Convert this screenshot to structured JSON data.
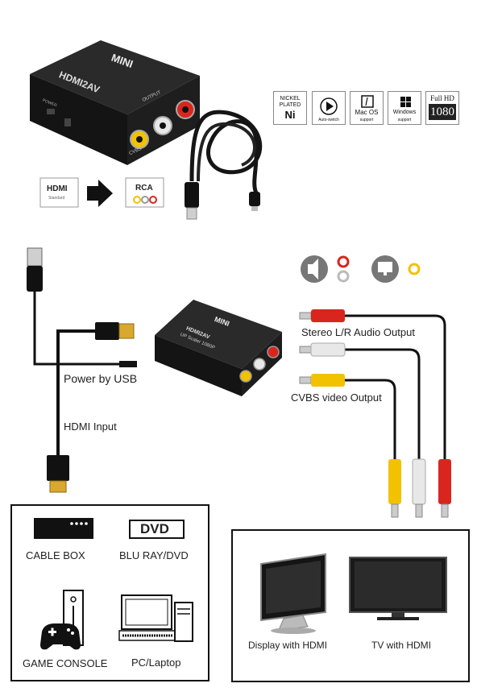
{
  "product": {
    "brand": "MINI",
    "model": "HDMI2AV",
    "subtitle": "UP Scaler 1080P",
    "port_left_label": "CVBS",
    "port_right_label": "OUTPUT",
    "side_label": "POWER"
  },
  "conversion": {
    "from_label": "HDMI",
    "from_sub": "Standard",
    "to_label": "RCA"
  },
  "features": [
    {
      "id": "nickel",
      "line1": "NICKEL",
      "line2": "PLATED",
      "line3": "Ni"
    },
    {
      "id": "autoswitch",
      "line1": "",
      "line2": "Auto-switch",
      "line3": ""
    },
    {
      "id": "macos",
      "line1": "",
      "line2": "Mac OS",
      "line3": "support"
    },
    {
      "id": "windows",
      "line1": "",
      "line2": "Windows",
      "line3": "support"
    },
    {
      "id": "fullhd",
      "line1": "Full HD",
      "line2": "1080",
      "line3": ""
    }
  ],
  "diagram": {
    "power_label": "Power by USB",
    "hdmi_input_label": "HDMI Input",
    "audio_output_label": "Stereo L/R Audio Output",
    "video_output_label": "CVBS video Output"
  },
  "sources": {
    "cable_box": "CABLE BOX",
    "dvd_badge": "DVD",
    "blu_ray": "BLU RAY/DVD",
    "game_console": "GAME CONSOLE",
    "pc": "PC/Laptop"
  },
  "displays": {
    "monitor": "Display with HDMI",
    "tv": "TV with HDMI"
  },
  "colors": {
    "device_body": "#1b1b1b",
    "rca_yellow": "#f2c200",
    "rca_white": "#e8e8e8",
    "rca_red": "#d8261e",
    "panel_border": "#111111"
  }
}
